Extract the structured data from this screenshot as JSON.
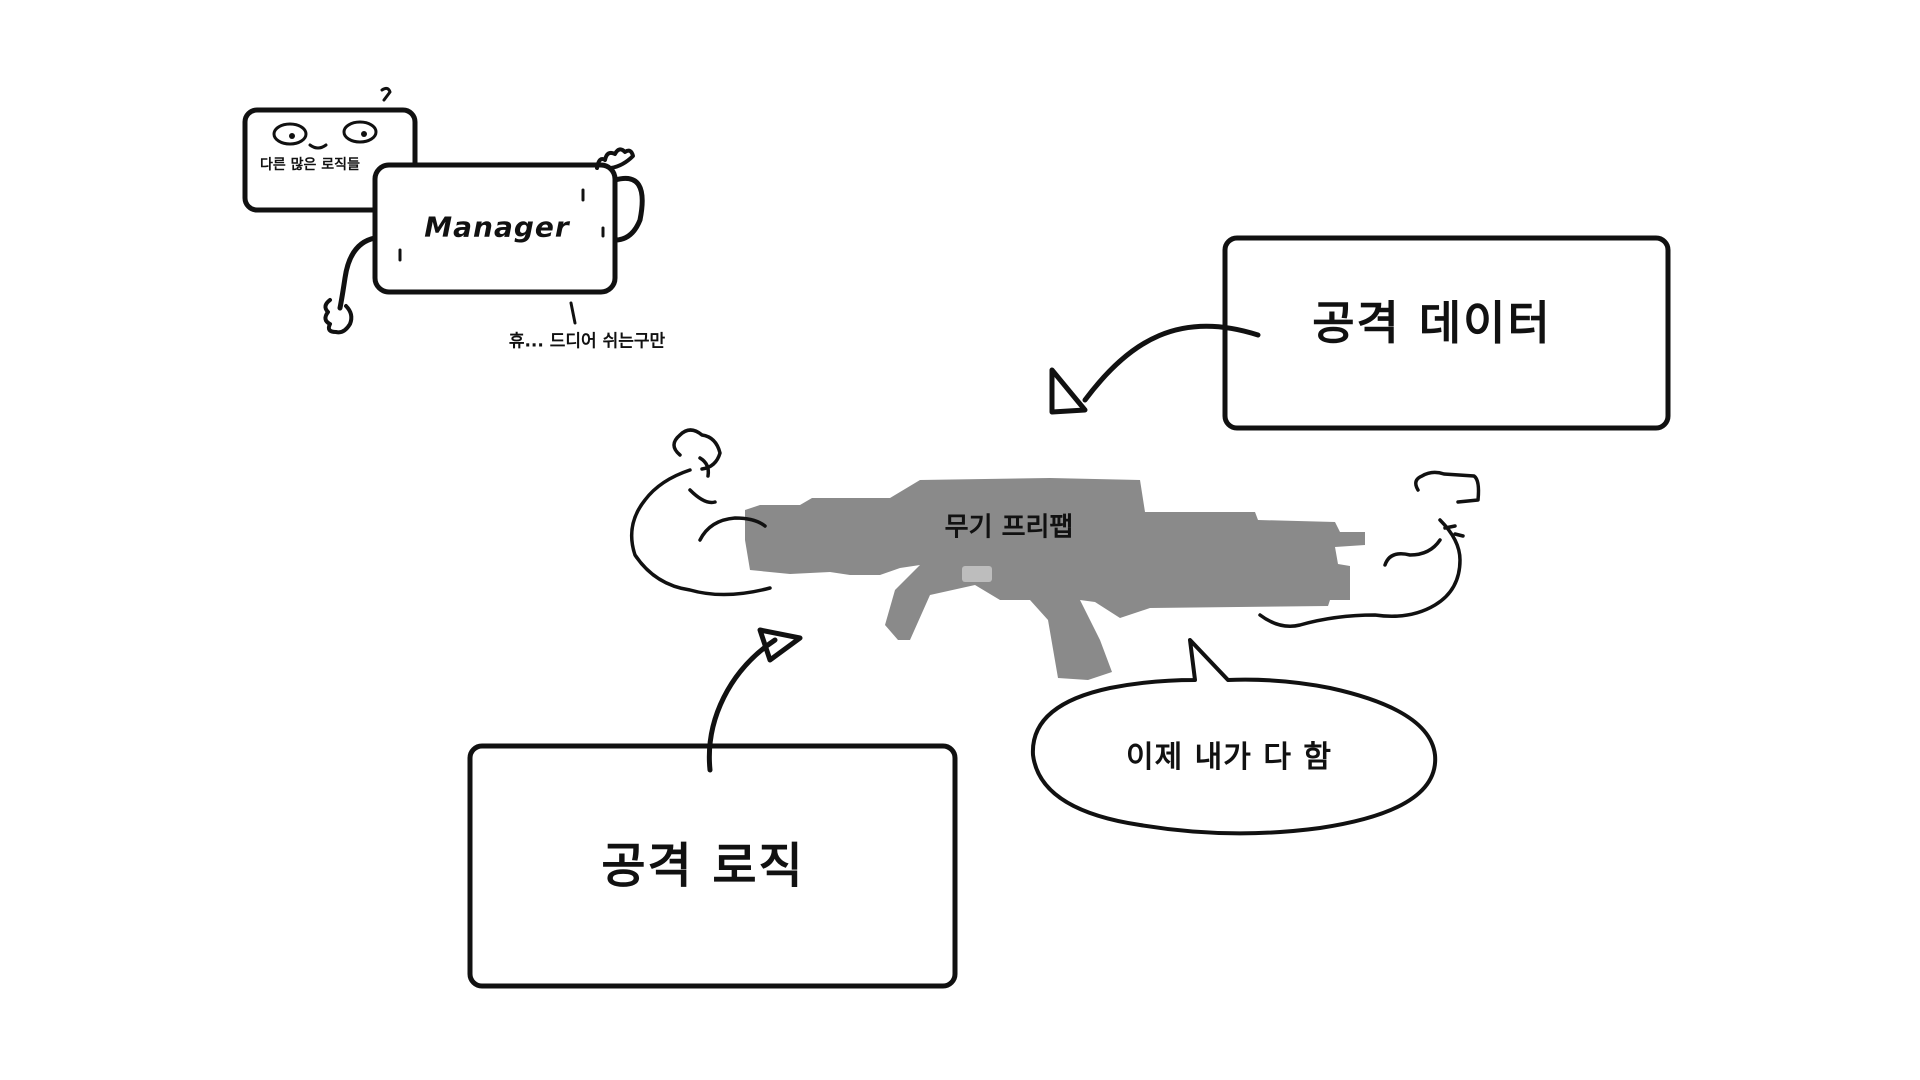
{
  "manager_card": {
    "title": "Manager",
    "back_card_text": "다른 많은 로직들",
    "sigh_text": "휴... 드디어 쉬는구만"
  },
  "attack_data_box": {
    "label": "공격 데이터"
  },
  "attack_logic_box": {
    "label": "공격 로직"
  },
  "weapon": {
    "label": "무기 프리팹",
    "fill_color": "#8a8a8a"
  },
  "speech_bubble": {
    "text": "이제 내가 다 함"
  },
  "colors": {
    "ink": "#111111",
    "background": "#ffffff",
    "weapon_gray": "#8a8a8a"
  }
}
